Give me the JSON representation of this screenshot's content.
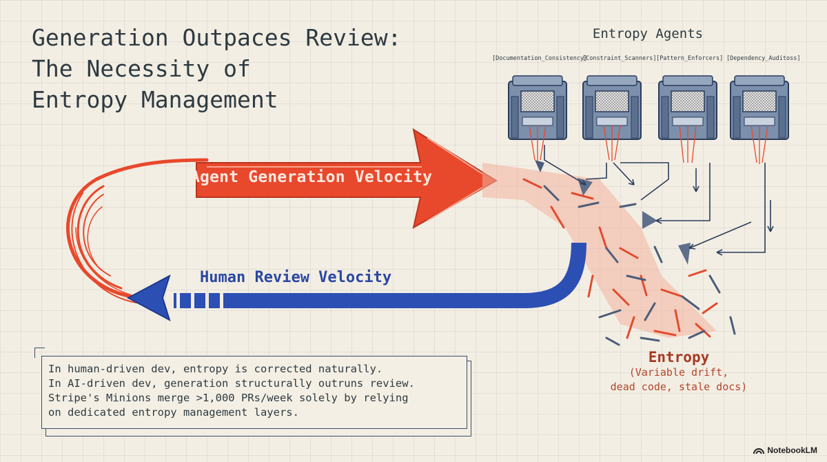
{
  "title_lines": [
    "Generation Outpaces Review:",
    "The Necessity of",
    "Entropy Management"
  ],
  "agents": {
    "title": "Entropy Agents",
    "labels": [
      "[Documentation_Consistency]",
      "[Constraint_Scanners]",
      "[Pattern_Enforcers]",
      "[Dependency_Auditoss]"
    ]
  },
  "arrows": {
    "agent_label": "Agent Generation Velocity",
    "human_label": "Human Review Velocity"
  },
  "entropy": {
    "title": "Entropy",
    "subtitle_lines": [
      "(Variable drift,",
      "dead code, stale docs)"
    ]
  },
  "note": {
    "lines": [
      "In human-driven dev, entropy is corrected naturally.",
      "In AI-driven dev, generation structurally outruns review.",
      "Stripe's Minions merge >1,000 PRs/week solely by relying",
      "on dedicated entropy management layers."
    ]
  },
  "brand": {
    "label": "NotebookLM",
    "icon": "notebooklm-logo-icon"
  },
  "colors": {
    "red": "#e8482c",
    "blue": "#2c4fb3",
    "navy": "#2a3c5c",
    "paper": "#f3eee3",
    "entropy_text": "#a63a24"
  }
}
